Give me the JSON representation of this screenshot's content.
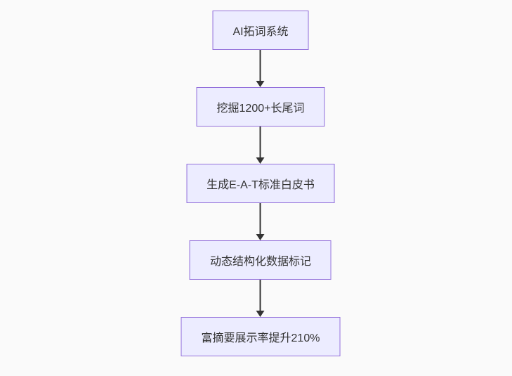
{
  "diagram": {
    "type": "flowchart",
    "direction": "top-down",
    "nodes": [
      {
        "id": "step-1",
        "label": "AI拓词系统"
      },
      {
        "id": "step-2",
        "label": "挖掘1200+长尾词"
      },
      {
        "id": "step-3",
        "label": "生成E-A-T标准白皮书"
      },
      {
        "id": "step-4",
        "label": "动态结构化数据标记"
      },
      {
        "id": "step-5",
        "label": "富摘要展示率提升210%"
      }
    ],
    "edges": [
      {
        "from": "step-1",
        "to": "step-2"
      },
      {
        "from": "step-2",
        "to": "step-3"
      },
      {
        "from": "step-3",
        "to": "step-4"
      },
      {
        "from": "step-4",
        "to": "step-5"
      }
    ],
    "colors": {
      "background": "#fafafa",
      "node_fill": "#ececff",
      "node_border": "#9370db",
      "arrow": "#333333",
      "text": "#333333"
    }
  }
}
